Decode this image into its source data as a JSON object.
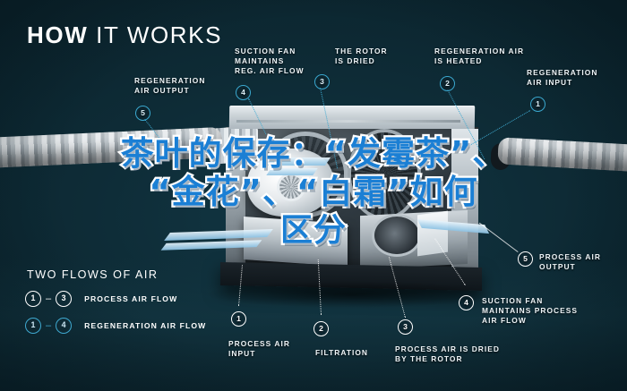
{
  "header": {
    "title_bold": "HOW",
    "title_light": "IT WORKS"
  },
  "overlay": {
    "line1": "茶叶的保存：“发霉茶”、",
    "line2": "“金花”、“白霜”如何",
    "line3": "区分"
  },
  "callouts": [
    {
      "id": "regeneration-air-output",
      "number": "5",
      "flow": "regeneration",
      "text": "REGENERATION\nAIR OUTPUT"
    },
    {
      "id": "suction-fan-reg",
      "number": "4",
      "flow": "regeneration",
      "text": "SUCTION FAN\nMAINTAINS\nREG. AIR FLOW"
    },
    {
      "id": "rotor-is-dried",
      "number": "3",
      "flow": "regeneration",
      "text": "THE ROTOR\nIS DRIED"
    },
    {
      "id": "regeneration-air-heated",
      "number": "2",
      "flow": "regeneration",
      "text": "REGENERATION AIR\nIS HEATED"
    },
    {
      "id": "regeneration-air-input",
      "number": "1",
      "flow": "regeneration",
      "text": "REGENERATION\nAIR INPUT"
    },
    {
      "id": "process-air-output",
      "number": "5",
      "flow": "process",
      "text": "PROCESS AIR\nOUTPUT"
    },
    {
      "id": "suction-fan-process",
      "number": "4",
      "flow": "process",
      "text": "SUCTION FAN\nMAINTAINS PROCESS\nAIR FLOW"
    },
    {
      "id": "process-air-dried",
      "number": "3",
      "flow": "process",
      "text": "PROCESS AIR IS DRIED\nBY THE ROTOR"
    },
    {
      "id": "filtration",
      "number": "2",
      "flow": "process",
      "text": "FILTRATION"
    },
    {
      "id": "process-air-input",
      "number": "1",
      "flow": "process",
      "text": "PROCESS AIR\nINPUT"
    }
  ],
  "legend": {
    "title": "TWO FLOWS OF AIR",
    "rows": [
      {
        "from": "1",
        "dash": "–",
        "to": "3",
        "label": "PROCESS AIR FLOW",
        "flow": "process"
      },
      {
        "from": "1",
        "dash": "–",
        "to": "4",
        "label": "REGENERATION AIR FLOW",
        "flow": "regeneration"
      }
    ]
  },
  "colors": {
    "background": "#0d2831",
    "accent_cyan": "#3fa9d0",
    "text_white": "#ffffff",
    "overlay_blue": "#1b7fd4"
  }
}
